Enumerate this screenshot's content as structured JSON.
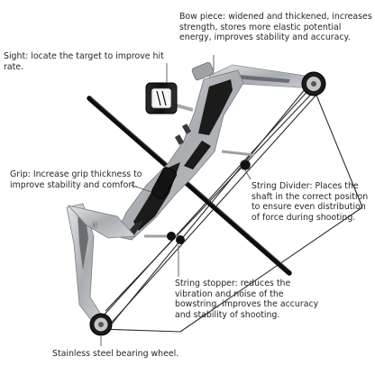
{
  "callouts": {
    "bow_piece": "Bow piece: widened and thickened, increases strength, stores more elastic potential energy, improves stability and accuracy.",
    "sight": "Sight: locate the target to improve hit rate.",
    "grip": "Grip: Increase grip thickness to improve stability and comfort.",
    "string_divider": "String Divider: Places the shaft in the correct position to ensure even distribution of force during shooting.",
    "string_stopper": "String stopper: reduces the vibration and noise of the bowstring, improves the accuracy and stability of shooting.",
    "bearing_wheel": "Stainless steel bearing wheel."
  },
  "colors": {
    "background": "#ffffff",
    "text": "#262626",
    "leader_line": "#555555",
    "limb_silver": "#b9bcbf",
    "riser_black": "#1b1b1b",
    "arrow_shaft": "#0d0d0d",
    "string": "#2a2a2a"
  }
}
